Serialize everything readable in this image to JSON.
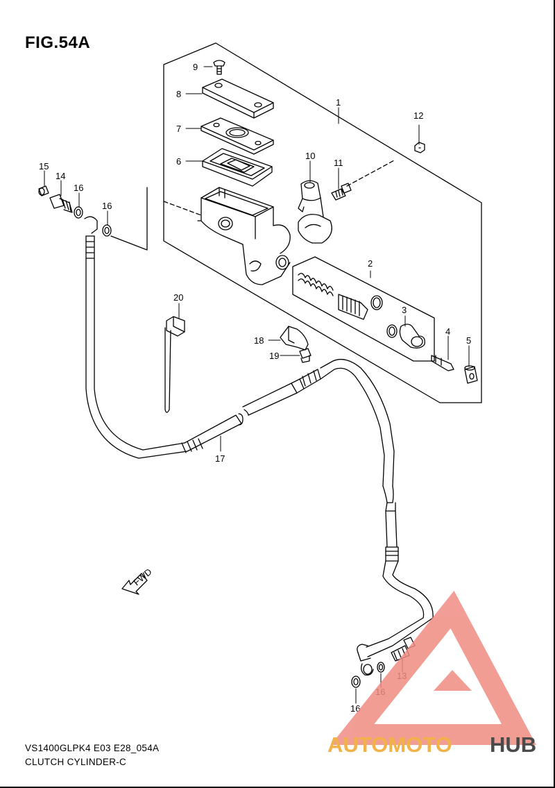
{
  "figure_title": "FIG.54A",
  "footer": {
    "model_code": "VS1400GLPK4 E03 E28_054A",
    "section_name": "CLUTCH CYLINDER-C"
  },
  "callouts": {
    "c1": "1",
    "c2": "2",
    "c3": "3",
    "c4": "4",
    "c5": "5",
    "c6": "6",
    "c7": "7",
    "c8": "8",
    "c9": "9",
    "c10": "10",
    "c11": "11",
    "c12": "12",
    "c13": "13",
    "c14": "14",
    "c15": "15",
    "c16a": "16",
    "c16b": "16",
    "c16c": "16",
    "c16d": "16",
    "c17": "17",
    "c18": "18",
    "c19": "19",
    "c20": "20"
  },
  "fwd_label": "FWD",
  "watermark": {
    "part1": "AUTOMOTO",
    "part2": "HUB",
    "color_primary": "#f08c82",
    "color_secondary": "#4a4a4a",
    "color_accent": "#f2b24a"
  }
}
